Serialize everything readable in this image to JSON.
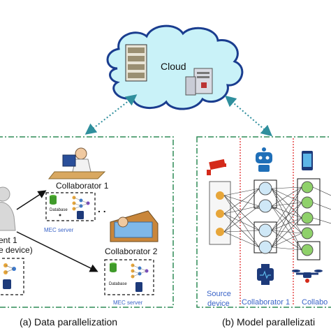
{
  "cloud": {
    "label": "Cloud"
  },
  "left_panel": {
    "client_label_line1": "ent 1",
    "client_label_line2": "e device)",
    "collaborator1": "Collaborator 1",
    "collaborator2": "Collaborator 2",
    "database_label": "Database",
    "mec_server": "MEC server",
    "ellipsis": ". .",
    "caption": "(a) Data parallelization"
  },
  "right_panel": {
    "source_device_line1": "Source",
    "source_device_line2": "device",
    "collaborator1": "Collaborator 1",
    "collaborator_partial": "Collabo",
    "caption": "(b) Model parallelizati"
  },
  "colors": {
    "cloud_fill": "#c9f2f8",
    "cloud_stroke": "#1a3d8f",
    "arrow_teal": "#2f8f9d",
    "panel_border": "#2e8b57",
    "divider_red": "#e02020",
    "node_blue": "#cfe8f7",
    "node_green": "#8fd16a",
    "label_blue": "#3a64c8"
  }
}
